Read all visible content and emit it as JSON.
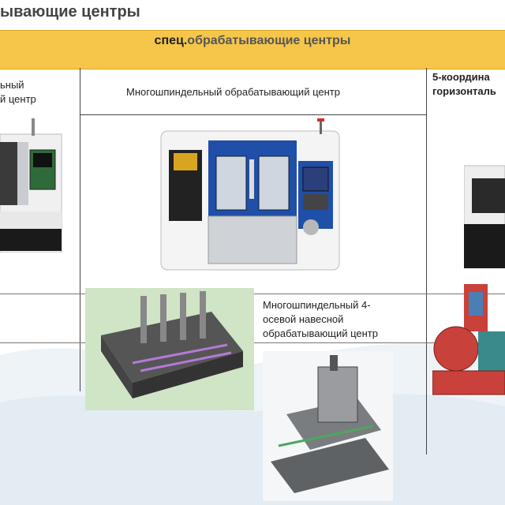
{
  "slide_title": "ывающие центры",
  "band": {
    "prefix": "спец.",
    "suffix": "обрабатывающие центры"
  },
  "columns": {
    "left": {
      "line1": "ьный",
      "line2": "й центр"
    },
    "middle": {
      "title": "Многошпиндельный обрабатывающий центр"
    },
    "right": {
      "line1": "5-координа",
      "line2": "горизонталь"
    }
  },
  "caption_4axis": {
    "line1": "Многошпиндельный 4-",
    "line2": "осевой навесной",
    "line3": "обрабатывающий центр"
  },
  "colors": {
    "band": "#f5c64a",
    "machine_blue": "#1f4fa8",
    "machine_white": "#f2f2f2",
    "fixture_green": "#cfe5c6",
    "rotary_red": "#c8413a"
  }
}
